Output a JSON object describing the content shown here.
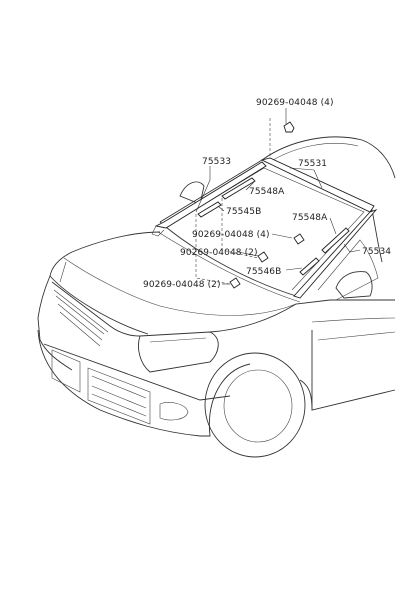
{
  "labels": {
    "clip_top": "90269-04048 (4)",
    "p75533": "75533",
    "p75531": "75531",
    "p75548a_upper": "75548A",
    "p75545b": "75545B",
    "p75548a_right": "75548A",
    "clip_mid_4": "90269-04048 (4)",
    "p75534": "75534",
    "clip_mid_2": "90269-04048 (2)",
    "p75546b": "75546B",
    "clip_low_2": "90269-04048 (2)"
  }
}
